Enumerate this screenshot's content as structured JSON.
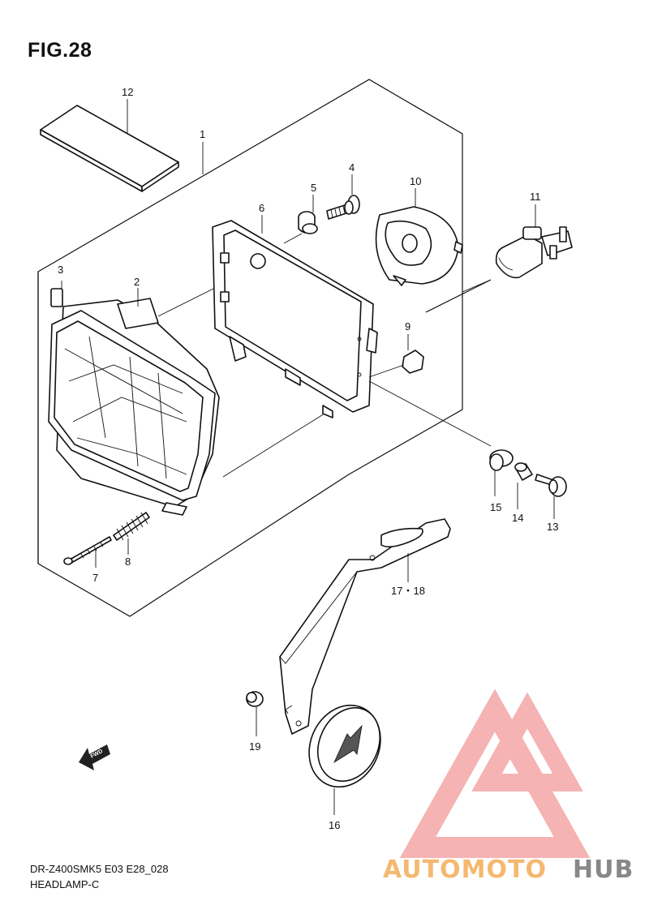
{
  "figure": {
    "title": "FIG.28",
    "model_code": "DR-Z400SMK5 E03 E28_028",
    "section_name": "HEADLAMP-C"
  },
  "callouts": {
    "c1": "1",
    "c2": "2",
    "c3": "3",
    "c4": "4",
    "c5": "5",
    "c6": "6",
    "c7": "7",
    "c8": "8",
    "c9": "9",
    "c10": "10",
    "c11": "11",
    "c12": "12",
    "c13": "13",
    "c14": "14",
    "c15": "15",
    "c16": "16",
    "c17_18": "17・18",
    "c19": "19"
  },
  "fwd_arrow": {
    "label": "FWD"
  },
  "watermark": {
    "part1": "AUTOMOTO",
    "part2": "HUB",
    "color_red": "#f07070",
    "color_orange": "#f5b870",
    "color_gray": "#888888"
  }
}
